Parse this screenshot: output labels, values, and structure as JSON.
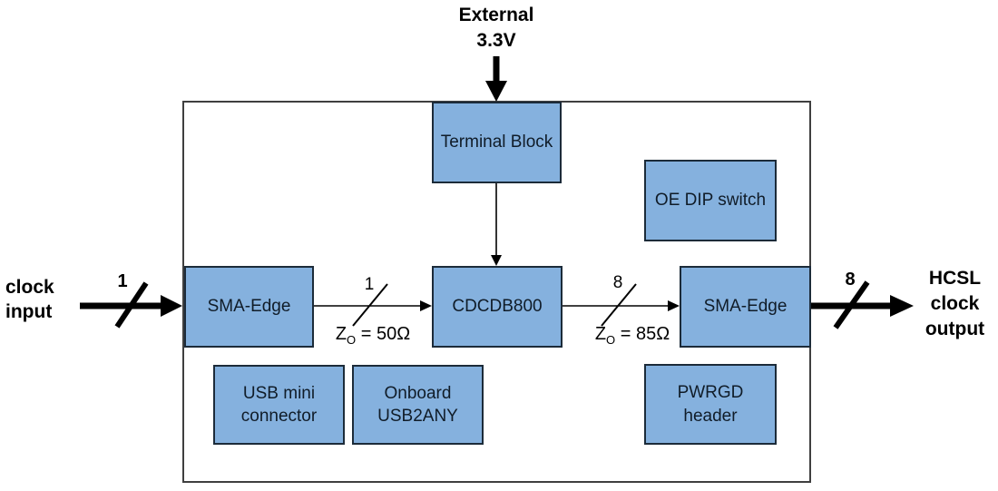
{
  "colors": {
    "background": "#FFFFFF",
    "block_fill": "#85B1DE",
    "block_border": "#1C2B39",
    "block_text": "#101C28",
    "outer_border": "#3F3F3F",
    "connector": "#000000"
  },
  "external_supply": {
    "label": "External\n3.3V"
  },
  "input": {
    "label": "clock\ninput",
    "bus_width": "1"
  },
  "output": {
    "label": "HCSL\nclock\noutput",
    "bus_width": "8"
  },
  "board": {
    "blocks": {
      "terminal_block": {
        "label": "Terminal Block"
      },
      "oe_dip_switch": {
        "label": "OE DIP switch"
      },
      "sma_edge_in": {
        "label": "SMA-Edge"
      },
      "cdcdb800": {
        "label": "CDCDB800"
      },
      "sma_edge_out": {
        "label": "SMA-Edge"
      },
      "usb_mini_connector": {
        "label": "USB mini\nconnector"
      },
      "onboard_usb2any": {
        "label": "Onboard\nUSB2ANY"
      },
      "pwrgd_header": {
        "label": "PWRGD\nheader"
      }
    },
    "nets": {
      "input_to_cdcdb800": {
        "bus_width": "1",
        "impedance_symbol": "Z",
        "impedance_sub": "O",
        "impedance_value": " = 50Ω"
      },
      "cdcdb800_to_output": {
        "bus_width": "8",
        "impedance_symbol": "Z",
        "impedance_sub": "O",
        "impedance_value": " = 85Ω"
      }
    }
  }
}
